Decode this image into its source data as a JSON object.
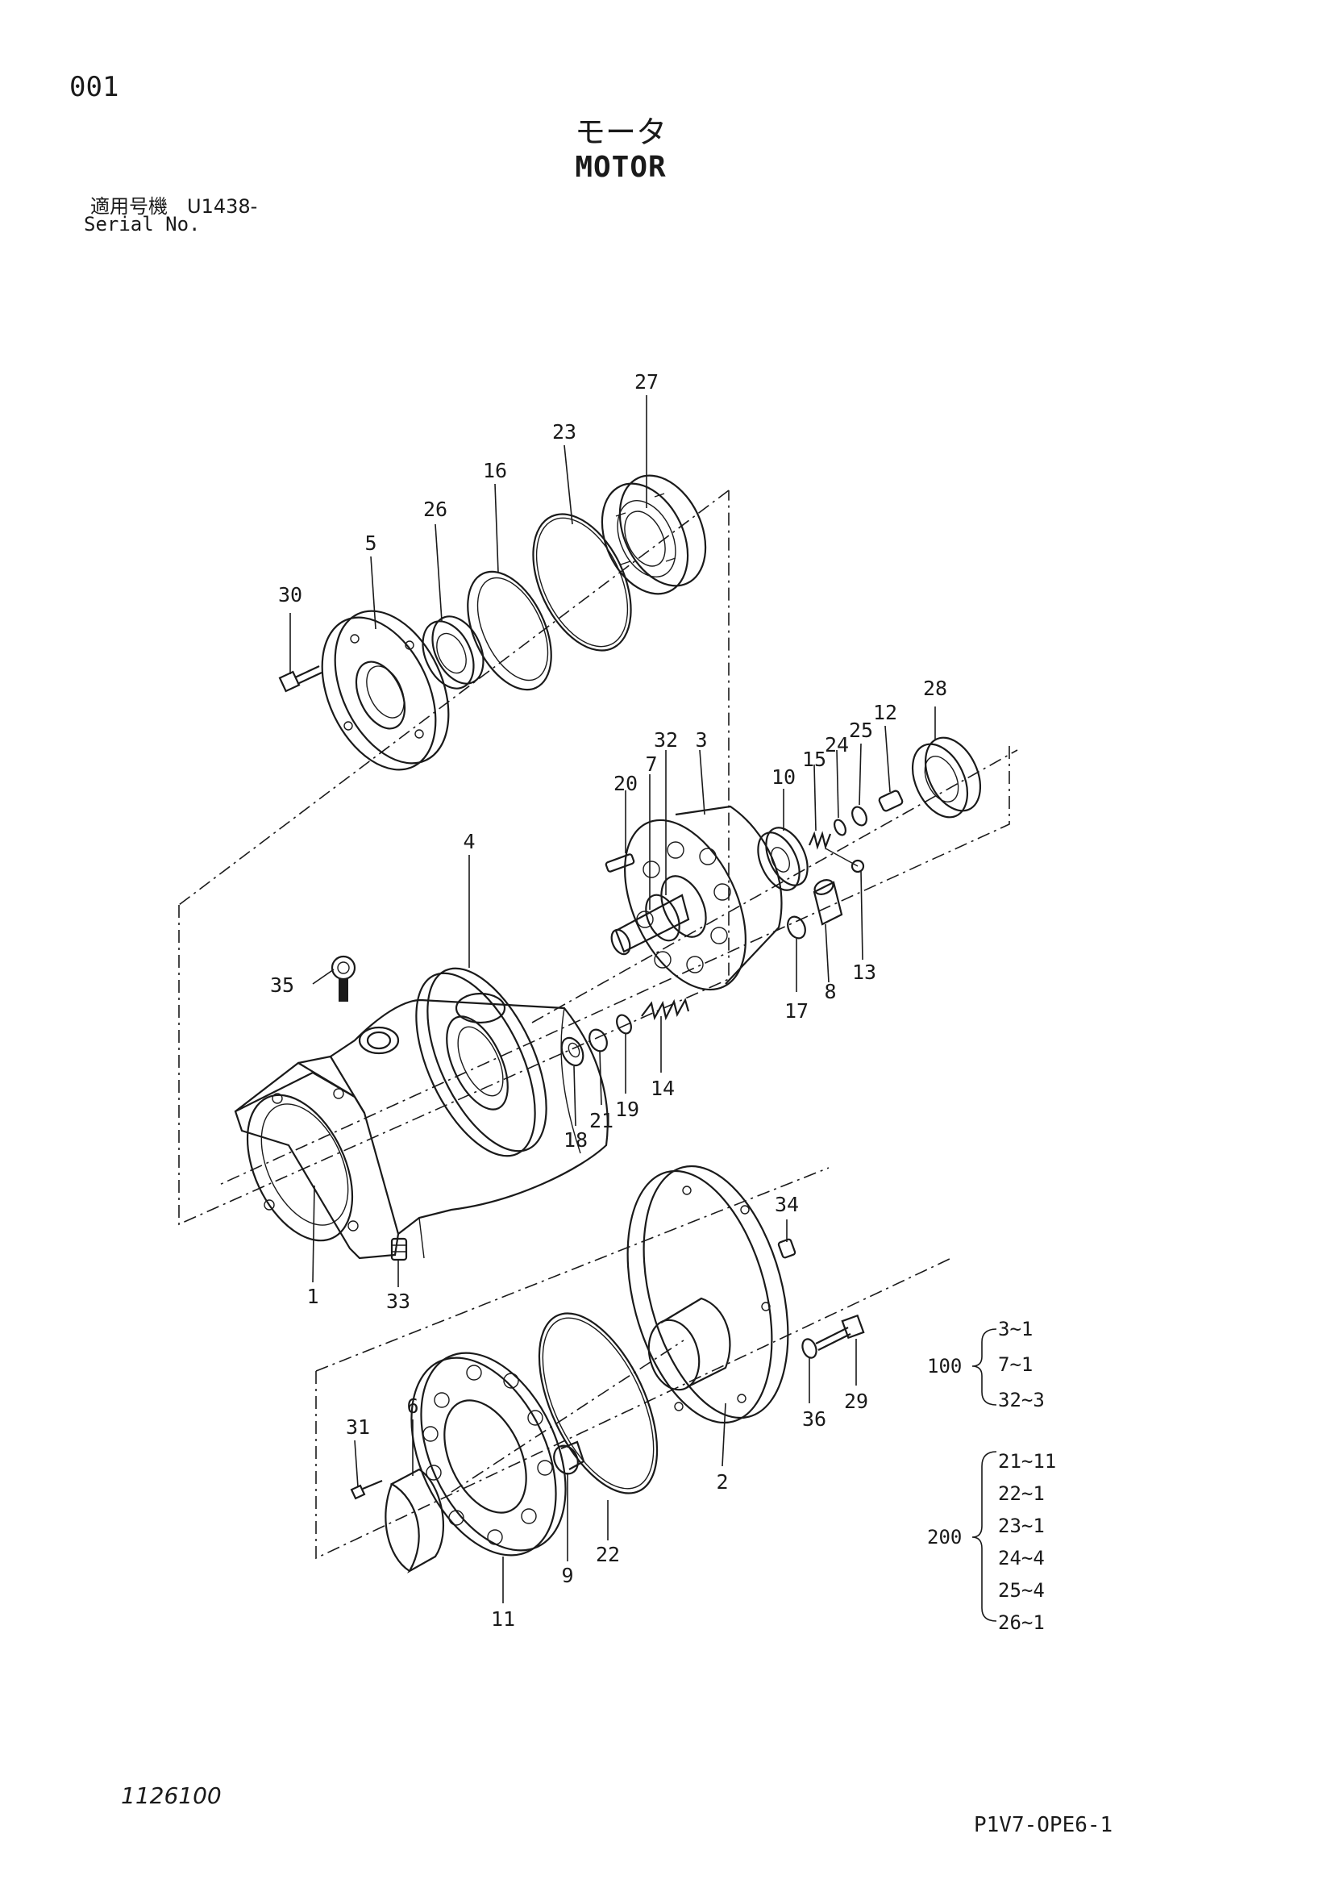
{
  "page": {
    "page_number": "001",
    "title_jp": "モータ",
    "title_en": "MOTOR",
    "serial_label_jp": "適用号機　U1438-",
    "serial_label_en": "Serial No.",
    "document_number": "1126100",
    "reference_code": "P1V7-OPE6-1"
  },
  "callouts": [
    "1",
    "2",
    "3",
    "4",
    "5",
    "6",
    "7",
    "8",
    "9",
    "10",
    "11",
    "12",
    "13",
    "14",
    "15",
    "16",
    "17",
    "18",
    "19",
    "20",
    "21",
    "22",
    "23",
    "24",
    "25",
    "26",
    "27",
    "28",
    "29",
    "30",
    "31",
    "32",
    "33",
    "34",
    "35",
    "36"
  ],
  "kits": [
    {
      "number": "100",
      "items": [
        "3~1",
        "7~1",
        "32~3"
      ]
    },
    {
      "number": "200",
      "items": [
        "21~11",
        "22~1",
        "23~1",
        "24~4",
        "25~4",
        "26~1"
      ]
    }
  ]
}
